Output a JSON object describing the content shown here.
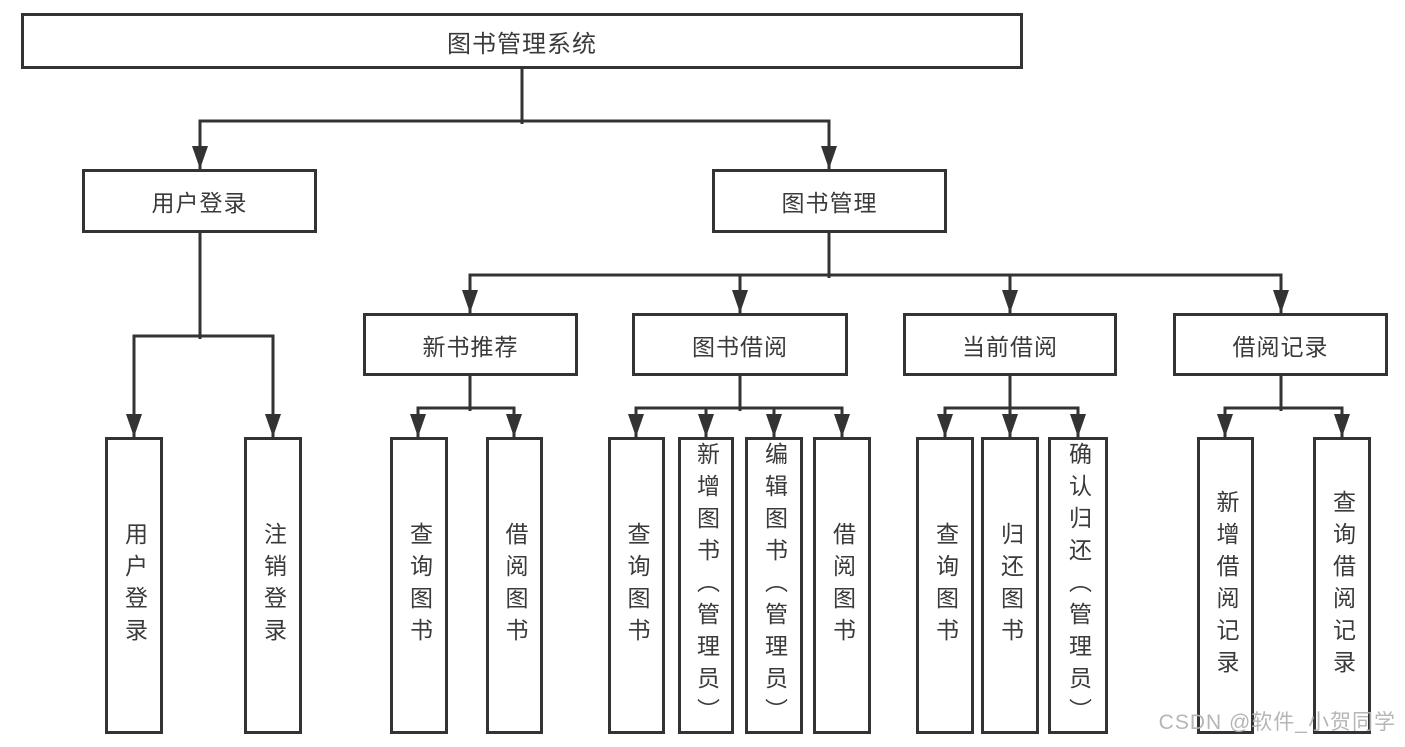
{
  "root": {
    "label": "图书管理系统"
  },
  "level2": {
    "user_login": {
      "label": "用户登录"
    },
    "book_management": {
      "label": "图书管理"
    }
  },
  "level3": {
    "new_book_recommend": {
      "label": "新书推荐"
    },
    "book_borrow": {
      "label": "图书借阅"
    },
    "current_borrow": {
      "label": "当前借阅"
    },
    "borrow_records": {
      "label": "借阅记录"
    }
  },
  "leaves": {
    "user_login": [
      "用户登录",
      "注销登录"
    ],
    "new_book_recommend": [
      "查询图书",
      "借阅图书"
    ],
    "book_borrow": [
      "查询图书",
      "新增图书（管理员）",
      "编辑图书（管理员）",
      "借阅图书"
    ],
    "current_borrow": [
      "查询图书",
      "归还图书",
      "确认归还（管理员）"
    ],
    "borrow_records": [
      "新增借阅记录",
      "查询借阅记录"
    ]
  },
  "watermark": "CSDN @软件_小贺同学",
  "colors": {
    "line": "#333333",
    "box_border": "#333333",
    "text": "#3a3a3a",
    "background": "#ffffff",
    "watermark": "#b3b3b3"
  }
}
